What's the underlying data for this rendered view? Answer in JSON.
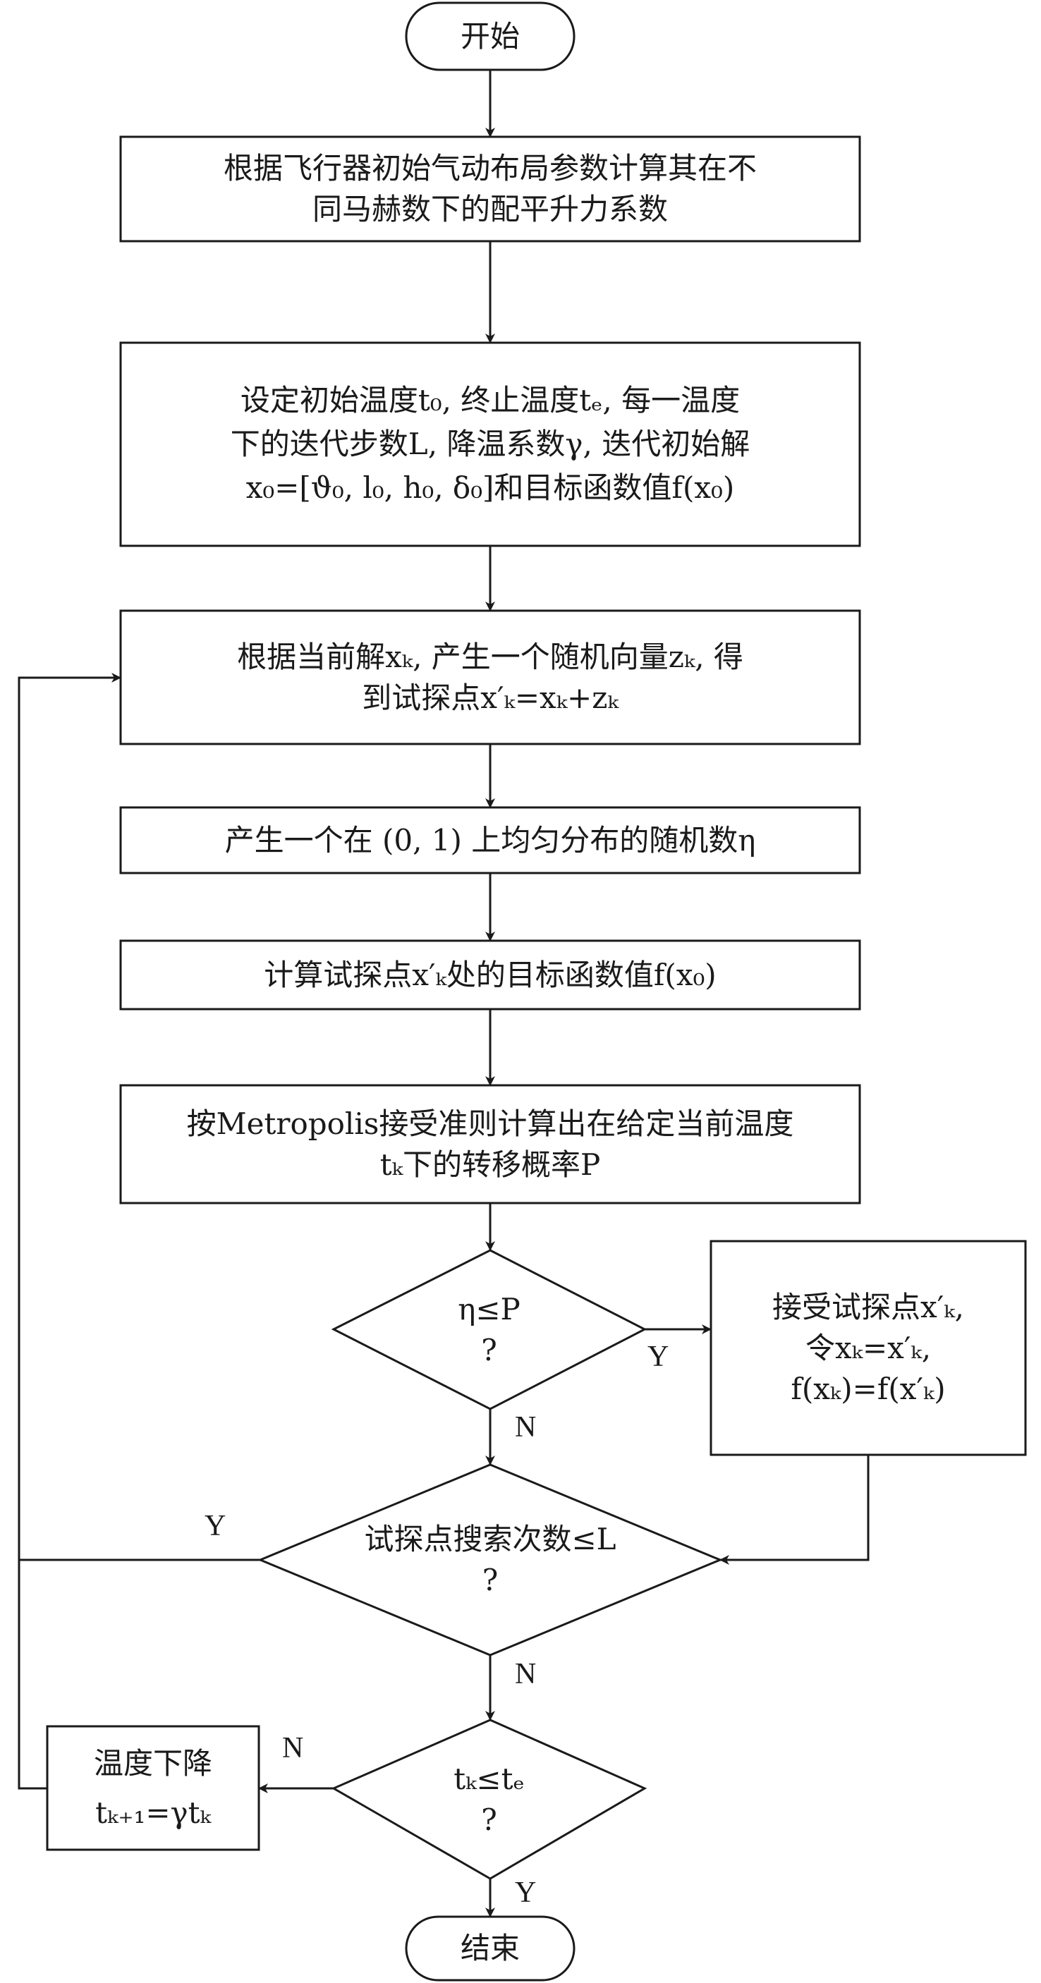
{
  "nodes": {
    "start": {
      "text": "开始"
    },
    "compute_lift": {
      "lines": [
        "根据飞行器初始气动布局参数计算其在不",
        "同马赫数下的配平升力系数"
      ]
    },
    "init_params": {
      "lines": [
        "设定初始温度t₀, 终止温度tₑ, 每一温度",
        "下的迭代步数L, 降温系数γ, 迭代初始解",
        "x₀=[ϑ₀, l₀, h₀, δ₀]和目标函数值f(x₀)"
      ]
    },
    "trial_point": {
      "lines": [
        "根据当前解xₖ, 产生一个随机向量zₖ, 得",
        "到试探点x′ₖ=xₖ+zₖ"
      ]
    },
    "random_number": {
      "text": "产生一个在 (0, 1) 上均匀分布的随机数η"
    },
    "objective": {
      "text": "计算试探点x′ₖ处的目标函数值f(x₀)"
    },
    "metropolis": {
      "lines": [
        "按Metropolis接受准则计算出在给定当前温度",
        "tₖ下的转移概率P"
      ]
    },
    "decision_accept": {
      "lines": [
        "η≤P",
        "?"
      ]
    },
    "accept": {
      "lines": [
        "接受试探点x′ₖ,",
        "令xₖ=x′ₖ,",
        "f(xₖ)=f(x′ₖ)"
      ]
    },
    "decision_count": {
      "lines": [
        "试探点搜索次数≤L",
        "?"
      ]
    },
    "decision_temp": {
      "lines": [
        "tₖ≤tₑ",
        "?"
      ]
    },
    "cooling": {
      "lines": [
        "温度下降",
        "tₖ₊₁=γtₖ"
      ]
    },
    "end": {
      "text": "结束"
    }
  },
  "edge_labels": {
    "accept_yes": "Y",
    "accept_no": "N",
    "count_yes": "Y",
    "count_no": "N",
    "temp_no": "N",
    "temp_yes": "Y"
  },
  "colors": {
    "stroke": "#1a1a1a",
    "background": "#ffffff"
  }
}
